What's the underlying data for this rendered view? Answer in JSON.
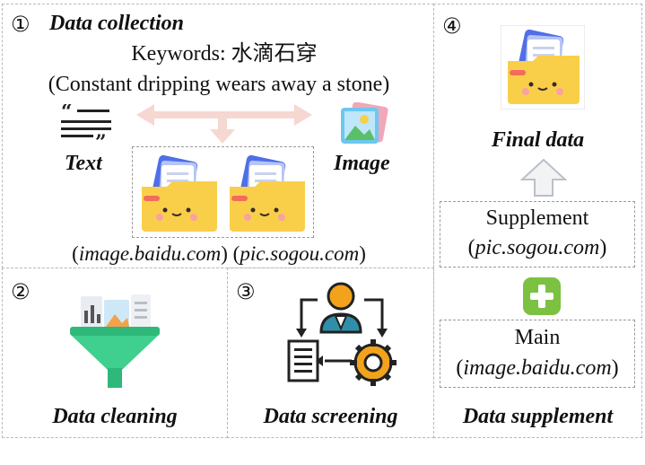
{
  "steps": {
    "collection": {
      "number": "①",
      "title": "Data collection",
      "keywords_line": "Keywords: 水滴石穿",
      "translation": "(Constant dripping wears away a stone)",
      "text_label": "Text",
      "image_label": "Image",
      "sources_open": "(",
      "source_1": "image.baidu.com",
      "sources_mid": ") (",
      "source_2": "pic.sogou.com",
      "sources_close": ")"
    },
    "cleaning": {
      "number": "②",
      "title": "Data cleaning"
    },
    "screening": {
      "number": "③",
      "title": "Data screening"
    },
    "supplement": {
      "number": "④",
      "final_label": "Final data",
      "supplement_label": "Supplement",
      "supplement_source": "pic.sogou.com",
      "main_label": "Main",
      "main_source": "image.baidu.com",
      "title": "Data supplement"
    }
  },
  "colors": {
    "arrow_pink": "#f6d7d2",
    "folder_yellow": "#f9cf4a",
    "folder_blue": "#4f6fe8",
    "funnel_green": "#3fcf8e",
    "plus_green": "#7cc142",
    "gear_orange": "#f2a31b"
  }
}
